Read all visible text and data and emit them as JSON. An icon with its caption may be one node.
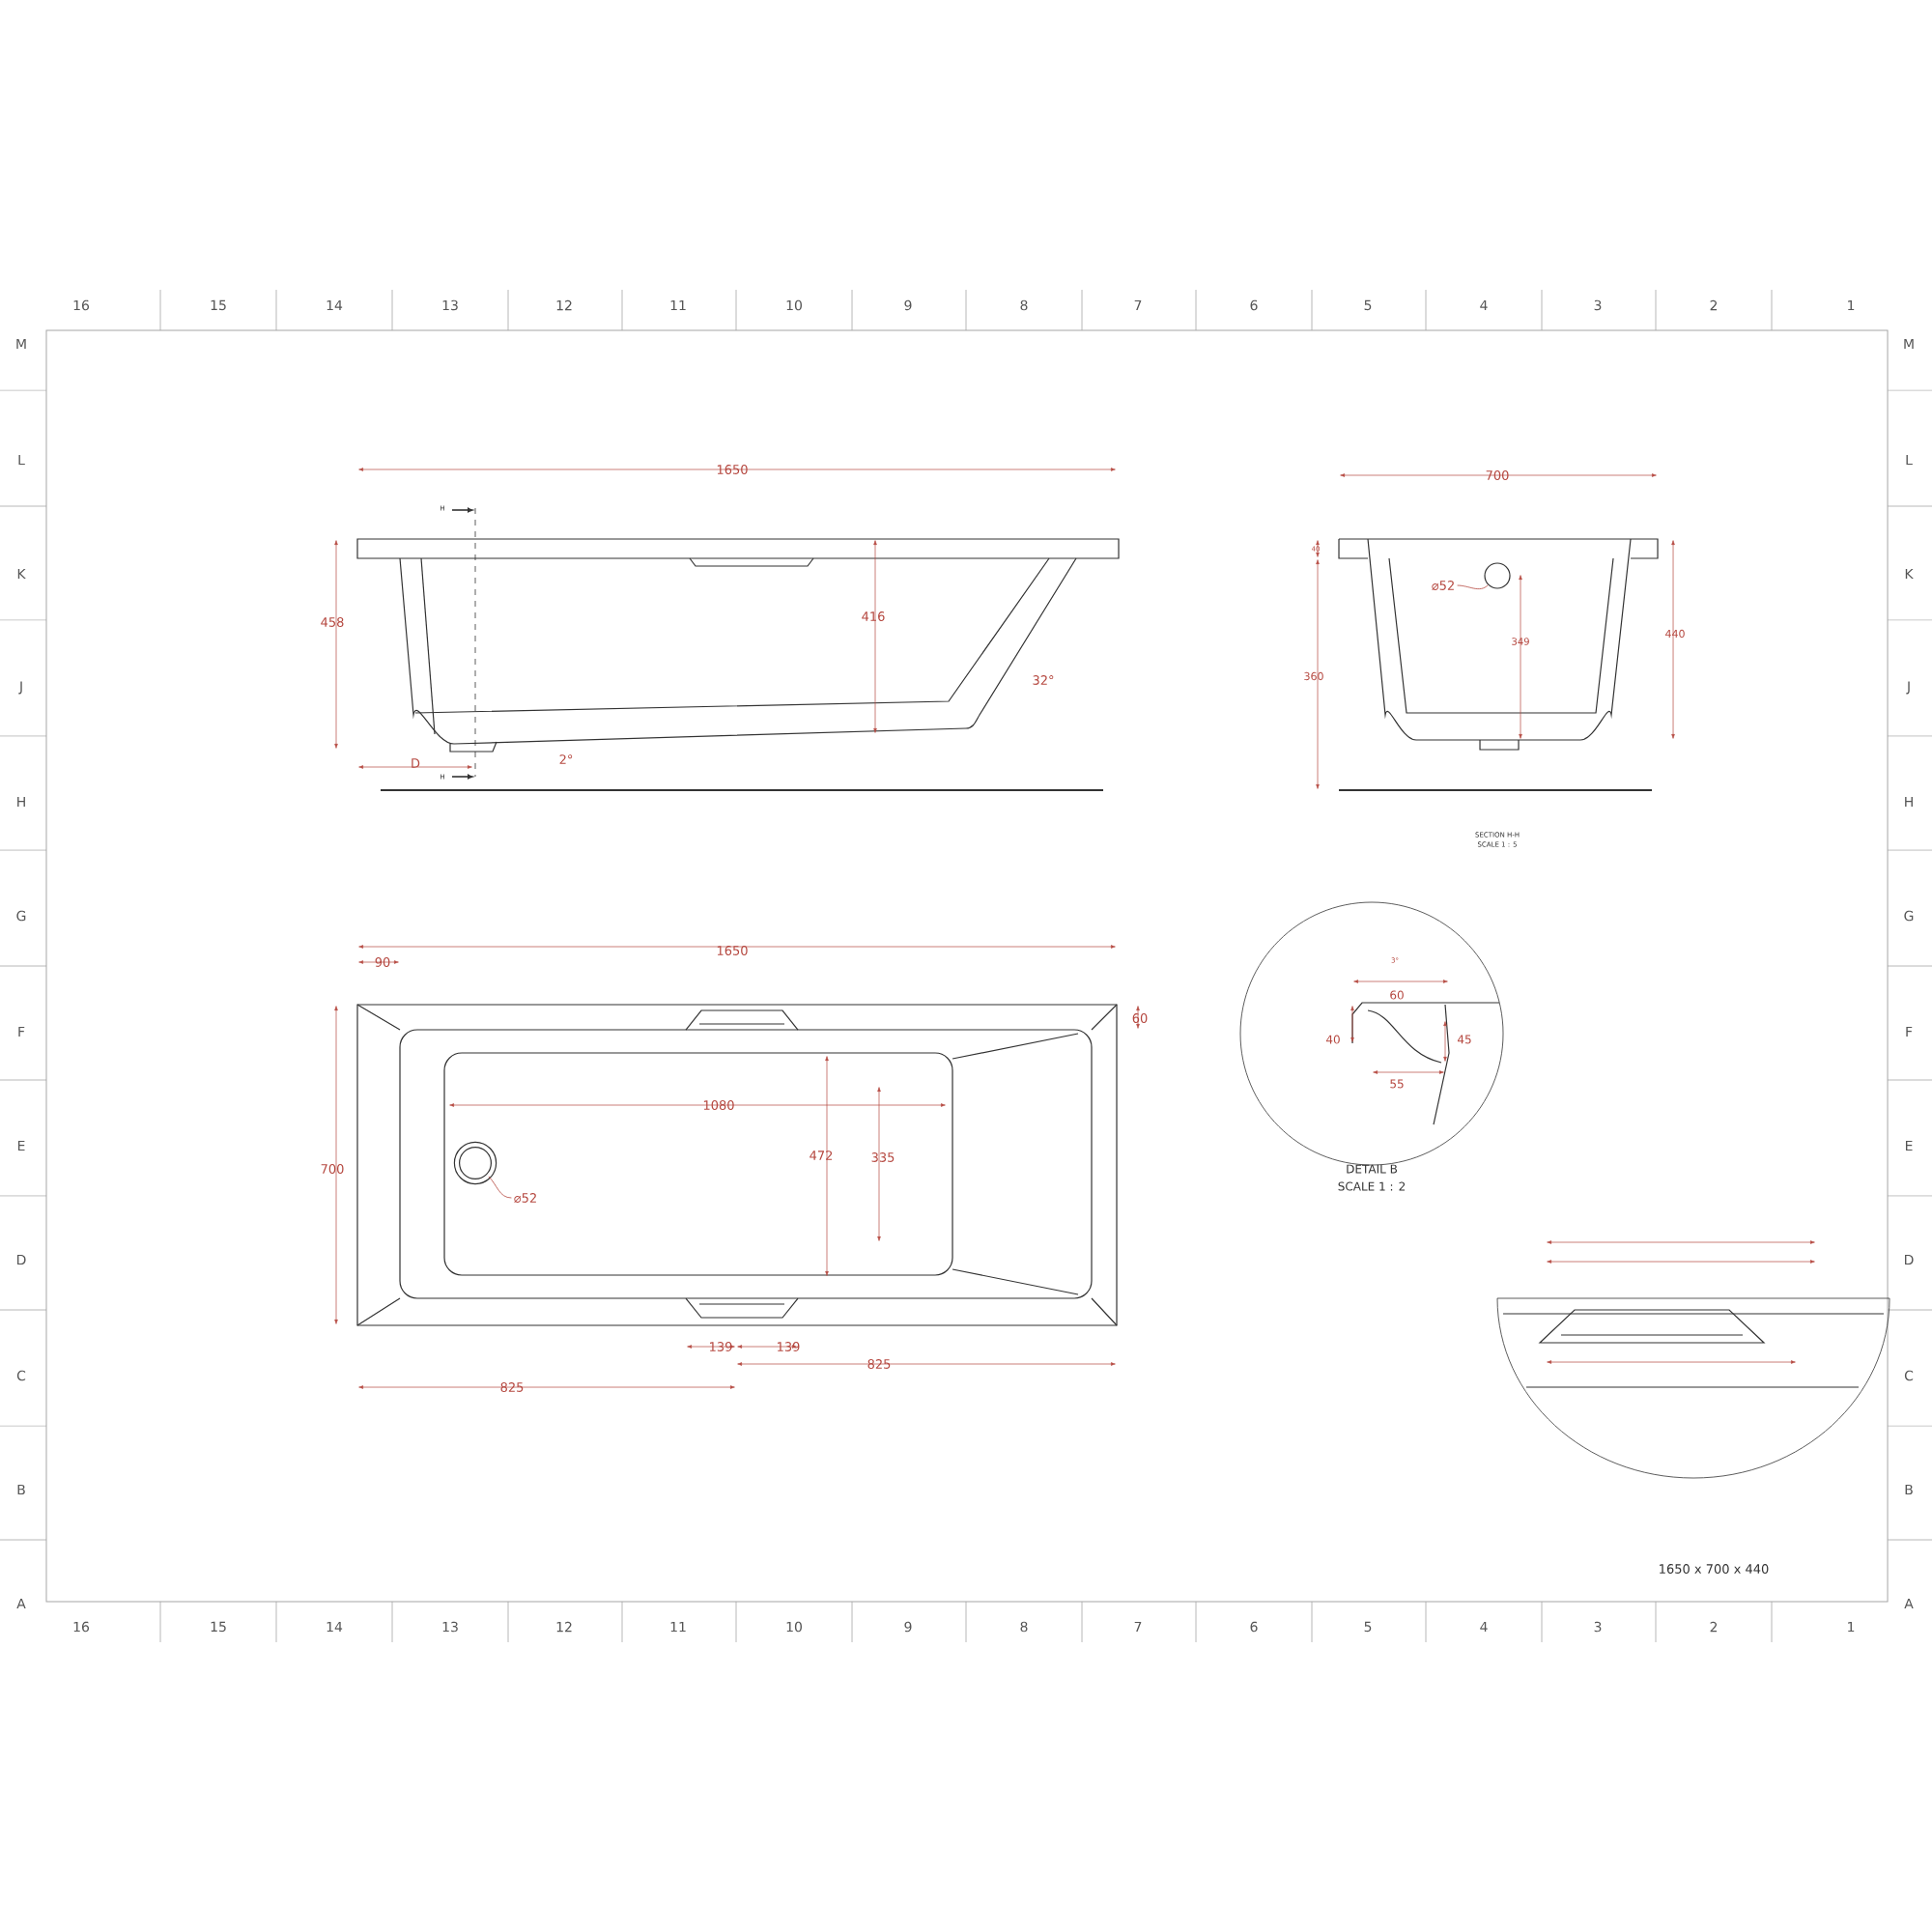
{
  "diagram": {
    "nodes": [
      {
        "text": [
          "⌀52"
        ]
      },
      {
        "text": [],
        "shape": "circle"
      },
      {
        "text": [
          "⌀52"
        ]
      },
      {
        "text": [],
        "shape": "circle"
      }
    ],
    "edges": [
      {
        "from": 0,
        "to": 1,
        "arrow": "none"
      },
      {
        "from": 2,
        "to": 3,
        "arrow": "none"
      }
    ],
    "labels": [
      "16",
      "15",
      "14",
      "13",
      "12",
      "11",
      "10",
      "9",
      "8",
      "7",
      "6",
      "5",
      "4",
      "3",
      "2",
      "1",
      "M",
      "M",
      "L",
      "L",
      "K",
      "K",
      "J",
      "J",
      "H",
      "H",
      "G",
      "G",
      "F",
      "F",
      "E",
      "E",
      "D",
      "D",
      "C",
      "C",
      "B",
      "B",
      "A",
      "A",
      "16",
      "15",
      "14",
      "13",
      "12",
      "11",
      "10",
      "9",
      "8",
      "7",
      "6",
      "5",
      "4",
      "3",
      "2",
      "1",
      "1650",
      "458",
      "416",
      "32°",
      "D",
      "2°",
      "H",
      "H",
      "700",
      "40",
      "349",
      "360",
      "440",
      "SECTION H-H",
      "SCALE 1 : 5",
      "90",
      "1650",
      "60",
      "3°",
      "60",
      "40",
      "45",
      "55",
      "1080",
      "700",
      "472",
      "335",
      "DETAIL B",
      "SCALE 1 : 2",
      "139",
      "139",
      "825",
      "825",
      "1650 x 700 x 440"
    ]
  }
}
